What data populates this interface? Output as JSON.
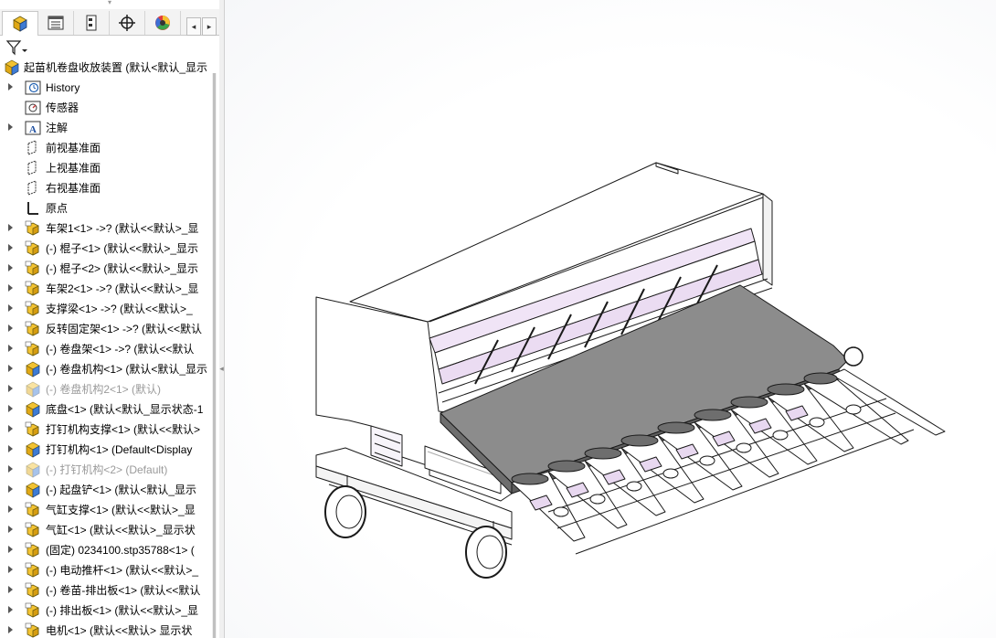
{
  "feature_tree": {
    "tabs": [
      {
        "name": "featuremanager-tab",
        "icon": "assembly-cube-icon"
      },
      {
        "name": "propertymanager-tab",
        "icon": "property-list-icon"
      },
      {
        "name": "configurationmanager-tab",
        "icon": "configuration-icon"
      },
      {
        "name": "dimxpert-tab",
        "icon": "crosshair-icon"
      },
      {
        "name": "appearance-tab",
        "icon": "color-wheel-icon"
      }
    ],
    "nav_left": "◂",
    "nav_right": "▸",
    "filter_icon": "funnel-icon",
    "root": {
      "label": "起苗机卷盘收放装置 (默认<默认_显示",
      "icon": "assembly-icon"
    },
    "items": [
      {
        "label": "History",
        "icon": "history-icon",
        "expandable": true,
        "muted": false
      },
      {
        "label": "传感器",
        "icon": "sensor-icon",
        "expandable": false,
        "muted": false
      },
      {
        "label": "注解",
        "icon": "annotation-icon",
        "expandable": true,
        "muted": false
      },
      {
        "label": "前视基准面",
        "icon": "plane-icon",
        "expandable": false,
        "muted": false
      },
      {
        "label": "上视基准面",
        "icon": "plane-icon",
        "expandable": false,
        "muted": false
      },
      {
        "label": "右视基准面",
        "icon": "plane-icon",
        "expandable": false,
        "muted": false
      },
      {
        "label": "原点",
        "icon": "origin-icon",
        "expandable": false,
        "muted": false
      },
      {
        "label": "车架1<1> ->? (默认<<默认>_显",
        "icon": "part-icon",
        "expandable": true,
        "muted": false
      },
      {
        "label": "(-) 棍子<1> (默认<<默认>_显示",
        "icon": "part-icon",
        "expandable": true,
        "muted": false
      },
      {
        "label": "(-) 棍子<2> (默认<<默认>_显示",
        "icon": "part-icon",
        "expandable": true,
        "muted": false
      },
      {
        "label": "车架2<1> ->? (默认<<默认>_显",
        "icon": "part-icon",
        "expandable": true,
        "muted": false
      },
      {
        "label": "支撑梁<1> ->? (默认<<默认>_",
        "icon": "part-icon",
        "expandable": true,
        "muted": false
      },
      {
        "label": "反转固定架<1> ->? (默认<<默认",
        "icon": "part-icon",
        "expandable": true,
        "muted": false
      },
      {
        "label": "(-) 卷盘架<1> ->? (默认<<默认",
        "icon": "part-icon",
        "expandable": true,
        "muted": false
      },
      {
        "label": "(-) 卷盘机构<1> (默认<默认_显示",
        "icon": "subassembly-icon",
        "expandable": true,
        "muted": false
      },
      {
        "label": "(-) 卷盘机构2<1> (默认)",
        "icon": "subassembly-icon",
        "expandable": true,
        "muted": true
      },
      {
        "label": "底盘<1> (默认<默认_显示状态-1",
        "icon": "subassembly-icon",
        "expandable": true,
        "muted": false
      },
      {
        "label": "打钉机构支撑<1> (默认<<默认>",
        "icon": "part-icon",
        "expandable": true,
        "muted": false
      },
      {
        "label": "打钉机构<1> (Default<Display",
        "icon": "subassembly-icon",
        "expandable": true,
        "muted": false
      },
      {
        "label": "(-) 打钉机构<2> (Default)",
        "icon": "subassembly-icon",
        "expandable": true,
        "muted": true
      },
      {
        "label": "(-) 起盘铲<1> (默认<默认_显示",
        "icon": "subassembly-icon",
        "expandable": true,
        "muted": false
      },
      {
        "label": "气缸支撑<1> (默认<<默认>_显",
        "icon": "part-icon",
        "expandable": true,
        "muted": false
      },
      {
        "label": "气缸<1> (默认<<默认>_显示状",
        "icon": "part-icon",
        "expandable": true,
        "muted": false
      },
      {
        "label": "(固定) 0234100.stp35788<1> (",
        "icon": "part-icon",
        "expandable": true,
        "muted": false
      },
      {
        "label": "(-) 电动推杆<1> (默认<<默认>_",
        "icon": "part-icon",
        "expandable": true,
        "muted": false
      },
      {
        "label": "(-) 卷苗-排出板<1> (默认<<默认",
        "icon": "part-icon",
        "expandable": true,
        "muted": false
      },
      {
        "label": "(-) 排出板<1> (默认<<默认>_显",
        "icon": "part-icon",
        "expandable": true,
        "muted": false
      },
      {
        "label": "电机<1> (默认<<默认> 显示状",
        "icon": "part-icon",
        "expandable": true,
        "muted": false
      }
    ]
  },
  "viewport": {
    "description_icon": "3d-model-view",
    "accent_colors": {
      "belt": "#8c8c8c",
      "slat_purple": "#e8d8f0",
      "line": "#1a1a1a"
    }
  }
}
